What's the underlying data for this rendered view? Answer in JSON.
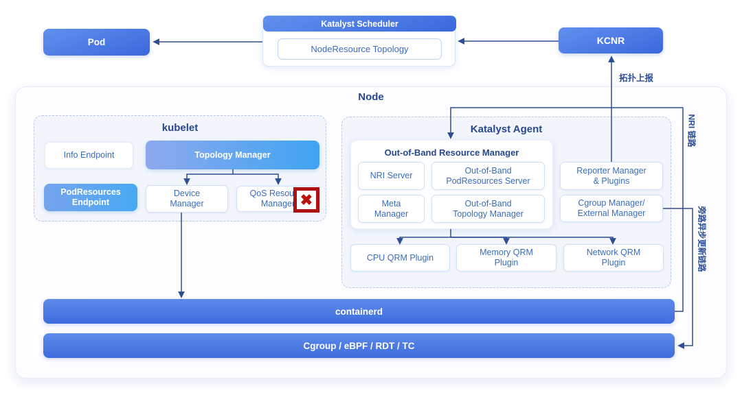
{
  "top": {
    "pod": "Pod",
    "scheduler": {
      "title": "Katalyst Scheduler",
      "inner": "NodeResource Topology"
    },
    "kcnr": "KCNR",
    "topology_report_label": "拓扑上报"
  },
  "side_labels": {
    "nri_link": "NRI 链路",
    "bypass_link": "旁路异步更新链路"
  },
  "node": {
    "title": "Node",
    "kubelet": {
      "title": "kubelet",
      "info_endpoint": "Info Endpoint",
      "topology_manager": "Topology Manager",
      "podresources_endpoint": "PodResources Endpoint",
      "device_manager": "Device Manager",
      "qos_resource_manager": "QoS Resource Manager"
    },
    "agent": {
      "title": "Katalyst Agent",
      "oorm": {
        "title": "Out-of-Band Resource Manager",
        "nri_server": "NRI Server",
        "oob_podresources_server": "Out-of-Band PodResources Server",
        "meta_manager": "Meta Manager",
        "oob_topology_manager": "Out-of-Band Topology Manager"
      },
      "reporter_manager": "Reporter Manager & Plugins",
      "cgroup_manager": "Cgroup Manager/ External Manager",
      "cpu_qrm": "CPU QRM Plugin",
      "memory_qrm": "Memory QRM Plugin",
      "network_qrm": "Network QRM Plugin"
    },
    "containerd": "containerd",
    "kernel_bar": "Cgroup / eBPF / RDT / TC"
  },
  "icons": {
    "disabled_x": "✖"
  },
  "colors": {
    "primary_blue": "#3f6fde",
    "sky_blue": "#45a5f1",
    "line_navy": "#2e4d92",
    "alert_red": "#b11212",
    "title_navy": "#27488f"
  }
}
